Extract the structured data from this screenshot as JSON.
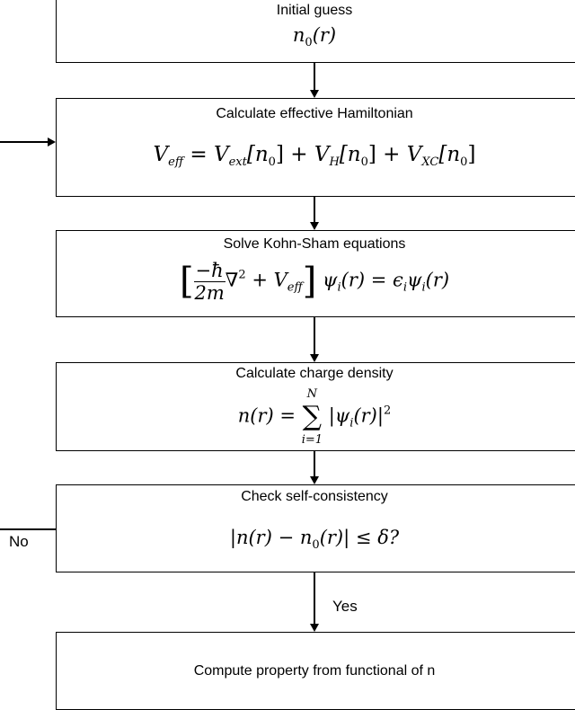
{
  "boxes": {
    "initial": {
      "label": "Initial guess",
      "n": "n",
      "zero": "0",
      "r": "(r)"
    },
    "hamiltonian": {
      "label": "Calculate effective Hamiltonian",
      "V": "V",
      "eff": "eff",
      "eq": "=",
      "ext": "ext",
      "H": "H",
      "XC": "XC",
      "arg": "[n",
      "zero": "0",
      "close": "]",
      "plus": "+"
    },
    "kohn_sham": {
      "label": "Solve Kohn-Sham equations",
      "lb": "[",
      "rb": "]",
      "num": "−ħ",
      "den": "2m",
      "nabla": "∇",
      "two": "2",
      "plus": "+",
      "V": "V",
      "eff": "eff",
      "psi": "ψ",
      "i": "i",
      "r": "(r)",
      "eq": "=",
      "eps": "ϵ"
    },
    "charge": {
      "label": "Calculate charge density",
      "lhs": "n(r)",
      "eq": "=",
      "upper": "N",
      "sigma": "∑",
      "lower": "i=1",
      "bar": "|",
      "psi": "ψ",
      "i": "i",
      "r": "(r)",
      "two": "2"
    },
    "consistency": {
      "label": "Check self-consistency",
      "bar": "|",
      "n": "n(r)",
      "minus": "−",
      "n0": "n",
      "zero": "0",
      "r": "(r)",
      "le": "≤",
      "delta": "δ?"
    },
    "compute": {
      "label": "Compute property from functional of n"
    }
  },
  "edges": {
    "no_label": "No",
    "yes_label": "Yes"
  }
}
